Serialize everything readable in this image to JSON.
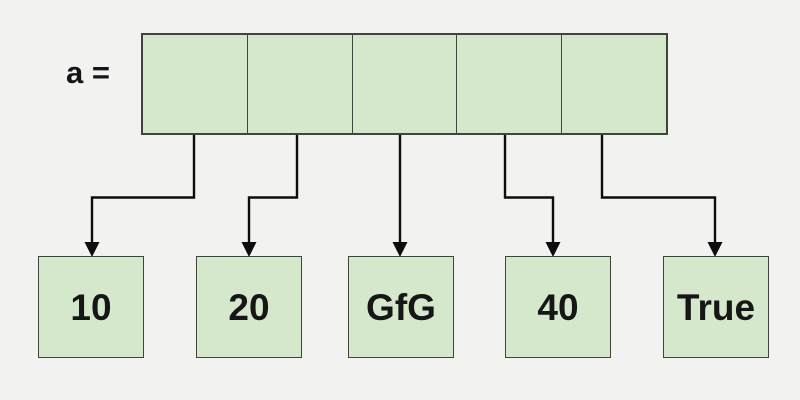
{
  "label": "a =",
  "array": {
    "cell_count": 5
  },
  "values": [
    "10",
    "20",
    "GfG",
    "40",
    "True"
  ],
  "colors": {
    "background": "#f2f3f1",
    "cell_fill": "#d6e8cc",
    "cell_border": "#3d463a",
    "arrow": "#0d0d0d",
    "text": "#161616"
  }
}
